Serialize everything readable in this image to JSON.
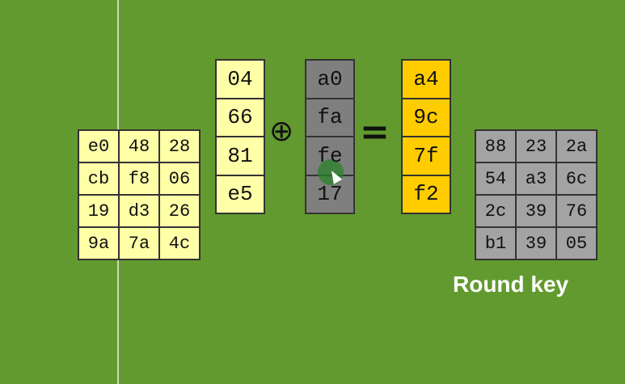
{
  "state_matrix": [
    [
      "e0",
      "48",
      "28"
    ],
    [
      "cb",
      "f8",
      "06"
    ],
    [
      "19",
      "d3",
      "26"
    ],
    [
      "9a",
      "7a",
      "4c"
    ]
  ],
  "input_column": [
    "04",
    "66",
    "81",
    "e5"
  ],
  "key_column": [
    "a0",
    "fa",
    "fe",
    "17"
  ],
  "result_column": [
    "a4",
    "9c",
    "7f",
    "f2"
  ],
  "round_key_matrix": [
    [
      "88",
      "23",
      "2a"
    ],
    [
      "54",
      "a3",
      "6c"
    ],
    [
      "2c",
      "39",
      "76"
    ],
    [
      "b1",
      "39",
      "05"
    ]
  ],
  "xor_symbol": "⊕",
  "equals_symbol": "=",
  "round_key_label": "Round key"
}
